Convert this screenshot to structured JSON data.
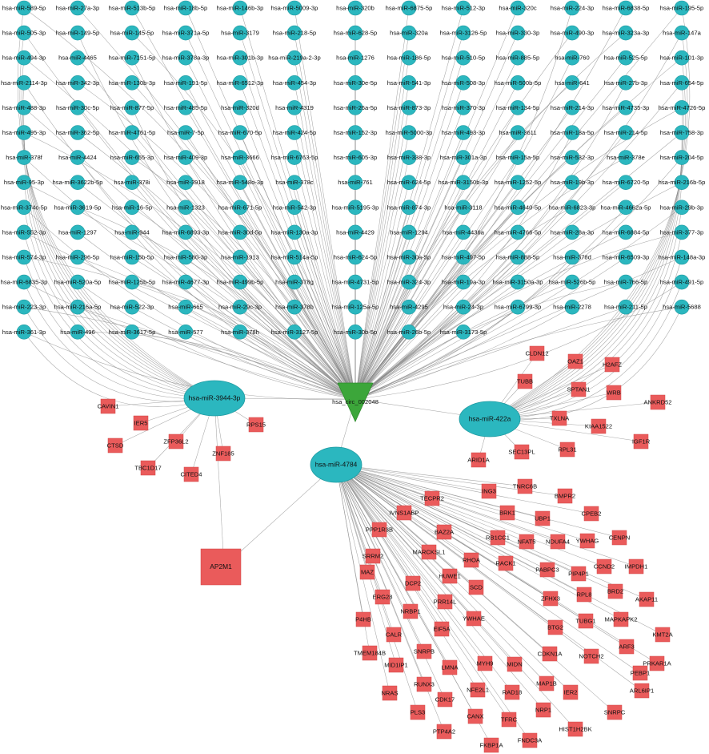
{
  "circ": {
    "label": "hsa_circ_002048"
  },
  "mirna_rows": [
    [
      "hsa-miR-589-5p",
      "hsa-miR-27a-3p",
      "hsa-miR-513b-5p",
      "hsa-miR-18b-5p",
      "hsa-miR-146b-3p",
      "hsa-miR-5009-3p",
      "hsa-miR-320b",
      "hsa-miR-6875-5p",
      "hsa-miR-512-3p",
      "hsa-miR-320c",
      "hsa-miR-224-3p",
      "hsa-miR-6838-5p",
      "hsa-miR-195-5p"
    ],
    [
      "hsa-miR-505-3p",
      "hsa-miR-149-5p",
      "hsa-miR-145-5p",
      "hsa-miR-371a-5p",
      "hsa-miR-3179",
      "hsa-miR-218-5p",
      "hsa-miR-628-5p",
      "hsa-miR-320a",
      "hsa-miR-3126-5p",
      "hsa-miR-330-3p",
      "hsa-miR-490-3p",
      "hsa-miR-323a-3p",
      "hsa-miR-147a"
    ],
    [
      "hsa-miR-494-3p",
      "hsa-miR-4465",
      "hsa-miR-7151-5p",
      "hsa-miR-378a-3p",
      "hsa-miR-301b-3p",
      "hsa-miR-219a-2-3p",
      "hsa-miR-1276",
      "hsa-miR-186-5p",
      "hsa-miR-510-5p",
      "hsa-miR-885-5p",
      "hsa-miR-760",
      "hsa-miR-525-5p",
      "hsa-miR-101-3p"
    ],
    [
      "hsa-miR-2114-3p",
      "hsa-miR-342-3p",
      "hsa-miR-130b-3p",
      "hsa-miR-191-5p",
      "hsa-miR-6512-3p",
      "hsa-miR-454-3p",
      "hsa-miR-30e-5p",
      "hsa-miR-541-3p",
      "hsa-miR-508-3p",
      "hsa-miR-500b-5p",
      "hsa-miR-641",
      "hsa-miR-27b-3p",
      "hsa-miR-654-5p"
    ],
    [
      "hsa-miR-488-3p",
      "hsa-miR-30c-5p",
      "hsa-miR-877-5p",
      "hsa-miR-485-5p",
      "hsa-miR-320d",
      "hsa-miR-4319",
      "hsa-miR-26a-5p",
      "hsa-miR-873-3p",
      "hsa-miR-370-3p",
      "hsa-miR-134-5p",
      "hsa-miR-214-3p",
      "hsa-miR-4735-3p",
      "hsa-miR-4726-5p"
    ],
    [
      "hsa-miR-495-3p",
      "hsa-miR-362-5p",
      "hsa-miR-4761-5p",
      "hsa-miR-7-5p",
      "hsa-miR-670-5p",
      "hsa-miR-424-5p",
      "hsa-miR-152-3p",
      "hsa-miR-5000-3p",
      "hsa-miR-493-3p",
      "hsa-miR-3611",
      "hsa-miR-18a-5p",
      "hsa-miR-214-5p",
      "hsa-miR-758-3p"
    ],
    [
      "hsa-miR-378f",
      "hsa-miR-4424",
      "hsa-miR-655-3p",
      "hsa-miR-409-3p",
      "hsa-miR-3666",
      "hsa-miR-6763-5p",
      "hsa-miR-605-3p",
      "hsa-miR-338-3p",
      "hsa-miR-301a-3p",
      "hsa-miR-15a-5p",
      "hsa-miR-532-3p",
      "hsa-miR-378e",
      "hsa-miR-204-5p"
    ],
    [
      "hsa-miR-95-3p",
      "hsa-miR-3622b-5p",
      "hsa-miR-378i",
      "hsa-miR-3918",
      "hsa-miR-548o-3p",
      "hsa-miR-378c",
      "hsa-miR-761",
      "hsa-miR-624-5p",
      "hsa-miR-3150b-3p",
      "hsa-miR-1252-5p",
      "hsa-miR-19b-3p",
      "hsa-miR-6720-5p",
      "hsa-miR-216b-5p"
    ],
    [
      "hsa-miR-374c-5p",
      "hsa-miR-3619-5p",
      "hsa-miR-16-5p",
      "hsa-miR-1323",
      "hsa-miR-671-5p",
      "hsa-miR-542-3p",
      "hsa-miR-5195-3p",
      "hsa-miR-874-3p",
      "hsa-miR-3118",
      "hsa-miR-4640-5p",
      "hsa-miR-6823-3p",
      "hsa-miR-4662a-5p",
      "hsa-miR-29b-3p"
    ],
    [
      "hsa-miR-552-3p",
      "hsa-miR-1297",
      "hsa-miR-944",
      "hsa-miR-6893-3p",
      "hsa-miR-30d-5p",
      "hsa-miR-130a-3p",
      "hsa-miR-4429",
      "hsa-miR-1294",
      "hsa-miR-4436a",
      "hsa-miR-4766-5p",
      "hsa-miR-28a-3p",
      "hsa-miR-6884-5p",
      "hsa-miR-377-3p"
    ],
    [
      "hsa-miR-574-3p",
      "hsa-miR-296-5p",
      "hsa-miR-15b-5p",
      "hsa-miR-580-3p",
      "hsa-miR-1913",
      "hsa-miR-514a-5p",
      "hsa-miR-624-5p",
      "hsa-miR-30a-5p",
      "hsa-miR-497-5p",
      "hsa-miR-888-5p",
      "hsa-miR-378d",
      "hsa-miR-6509-3p",
      "hsa-miR-148a-3p"
    ],
    [
      "hsa-miR-6835-3p",
      "hsa-miR-520a-5p",
      "hsa-miR-125b-5p",
      "hsa-miR-4677-3p",
      "hsa-miR-499b-5p",
      "hsa-miR-378g",
      "hsa-miR-4731-5p",
      "hsa-miR-324-3p",
      "hsa-miR-19a-3p",
      "hsa-miR-3150a-3p",
      "hsa-miR-526b-5p",
      "hsa-miR-766-5p",
      "hsa-miR-491-5p"
    ],
    [
      "hsa-miR-223-3p",
      "hsa-miR-216a-5p",
      "hsa-miR-522-3p",
      "hsa-miR-665",
      "hsa-miR-29c-3p",
      "hsa-miR-378b",
      "hsa-miR-125a-5p",
      "hsa-miR-4295",
      "hsa-miR-24-3p",
      "hsa-miR-6799-3p",
      "hsa-miR-2278",
      "hsa-miR-211-5p",
      "hsa-miR-5688"
    ],
    [
      "hsa-miR-361-3p",
      "hsa-miR-496",
      "hsa-miR-3617-5p",
      "hsa-miR-577",
      "hsa-miR-378h",
      "hsa-miR-3127-5p",
      "hsa-miR-30b-5p",
      "hsa-miR-26b-5p",
      "hsa-miR-3173-5p"
    ]
  ],
  "hubs": [
    {
      "id": "m3944",
      "label": "hsa-miR-3944-3p"
    },
    {
      "id": "m422",
      "label": "hsa-miR-422a"
    },
    {
      "id": "m4784",
      "label": "hsa-miR-4784"
    }
  ],
  "genes_3944": [
    "CAVIN1",
    "IER5",
    "CTSD",
    "ZFP36L2",
    "TBC1D17",
    "RPS15",
    "ZNF185",
    "CITED4"
  ],
  "gene_ap2m1": {
    "label": "AP2M1"
  },
  "genes_422": [
    "CLDN12",
    "OAZ1",
    "H2AFZ",
    "TUBB",
    "SPTAN1",
    "WRB",
    "ANKRD52",
    "TXLNA",
    "KIAA1522",
    "IGF1R",
    "SEC13PL",
    "RPL31",
    "ARID1A"
  ],
  "genes_4784": [
    "ING3",
    "TNRC6B",
    "BMPR2",
    "TECPR2",
    "IVNS1ABP",
    "BRK1",
    "UBP1",
    "CPEB2",
    "RB1CC1",
    "NFAT5",
    "NDUFA4",
    "YWHAG",
    "CENPN",
    "PPP1R3B",
    "BAZ2A",
    "MARCKSL1",
    "SRRM2",
    "RHOA",
    "RACK1",
    "PABPC3",
    "PIP4P1",
    "CCND2",
    "IMPDH1",
    "MAZ",
    "HUWE1",
    "DCP2",
    "SCD",
    "ZFHX3",
    "RPL8",
    "BRD2",
    "AKAP11",
    "ERG28",
    "PRR14L",
    "NRBP1",
    "BTG2",
    "TUBG1",
    "MAPKAPK2",
    "P4HB",
    "EIF5A",
    "YWHAE",
    "KMT2A",
    "ARF3",
    "CALR",
    "TMEM184B",
    "SNRPB",
    "CDKN1A",
    "NOTCH2",
    "PRKAR1A",
    "MID1IP1",
    "LMNA",
    "MYH9",
    "MIDN",
    "PEBP1",
    "MAP1B",
    "ARL6IP1",
    "NRAS",
    "RUNX3",
    "NFE2L1",
    "RAD18",
    "IER2",
    "CDK17",
    "NRP1",
    "SNRPC",
    "PLS3",
    "CANX",
    "TFRC",
    "HIST1H2BK",
    "PTP4A2",
    "FKBP1A",
    "FNDC3A"
  ],
  "colors": {
    "mirna": "#2bb7bf",
    "gene": "#ea5b5b",
    "circ": "#3ca63a",
    "edge": "#8a8a8a"
  }
}
